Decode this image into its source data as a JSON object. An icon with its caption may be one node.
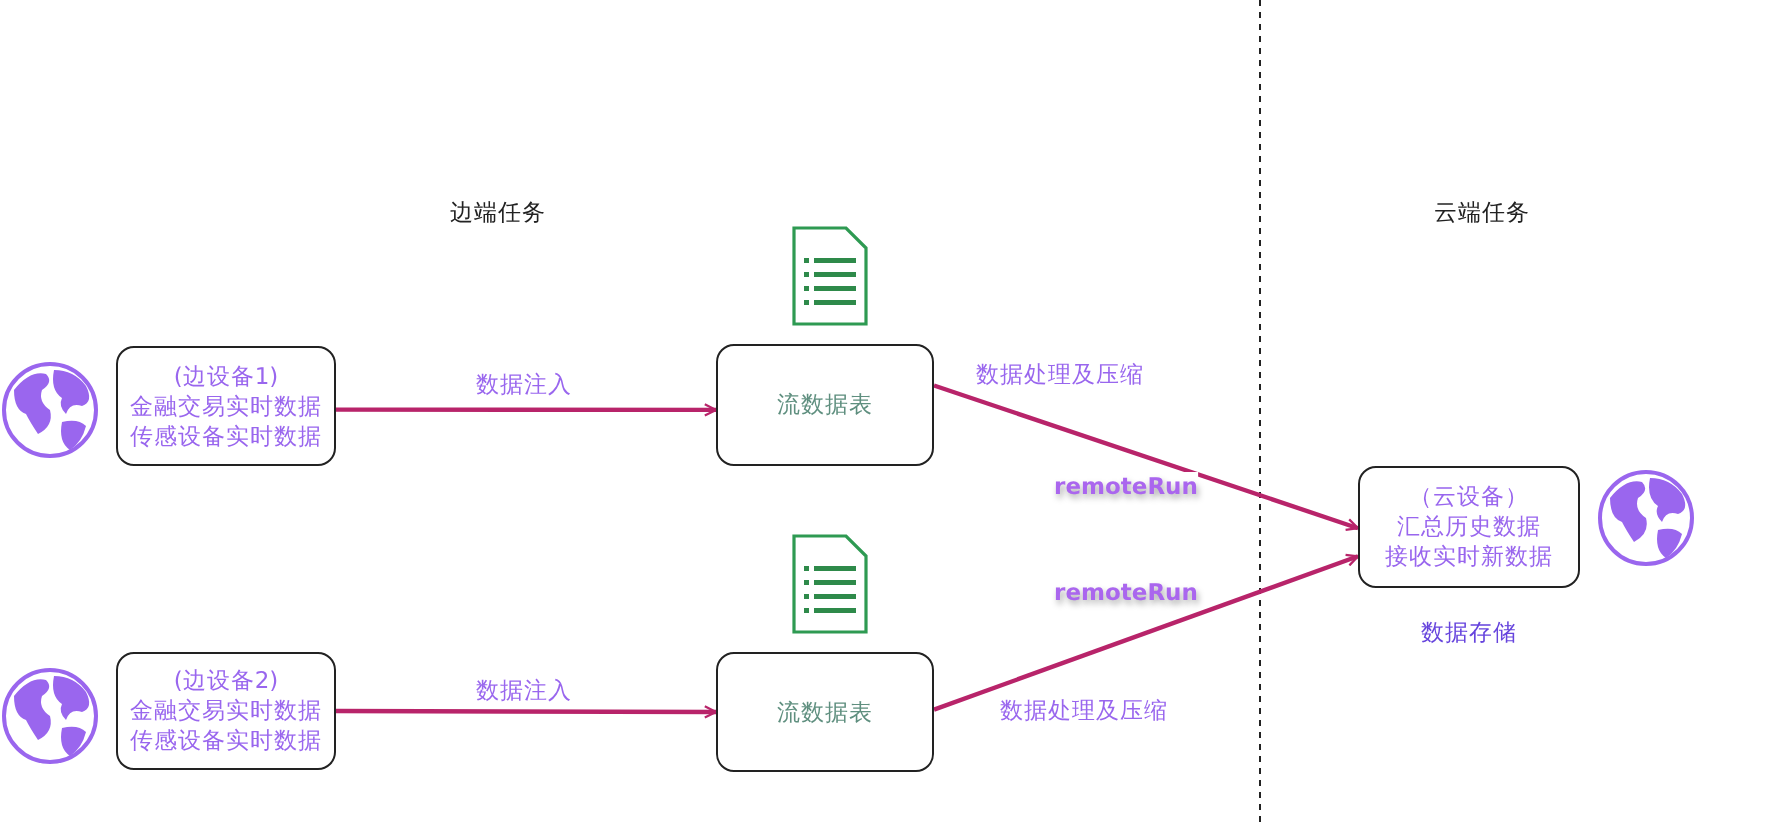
{
  "diagram": {
    "nodes": [
      {
        "text": [
          "(边设备1)",
          "金融交易实时数据",
          "传感设备实时数据"
        ]
      },
      {
        "text": [
          "流数据表"
        ]
      },
      {
        "text": [
          "(边设备2)",
          "金融交易实时数据",
          "传感设备实时数据"
        ]
      },
      {
        "text": [
          "流数据表"
        ]
      },
      {
        "text": [
          "（云设备）",
          "汇总历史数据",
          "接收实时新数据"
        ],
        "beside": [
          "数据存储"
        ]
      }
    ],
    "edges": [
      {
        "from": 0,
        "to": 1,
        "arrow": "to",
        "label": "数据注入"
      },
      {
        "from": 2,
        "to": 3,
        "arrow": "to",
        "label": "数据注入"
      },
      {
        "from": 1,
        "to": 4,
        "arrow": "to",
        "label": "数据处理及压缩"
      },
      {
        "from": 3,
        "to": 4,
        "arrow": "to",
        "label": "数据处理及压缩"
      }
    ],
    "labels": [
      "边端任务",
      "云端任务",
      "remoteRun",
      "remoteRun"
    ]
  }
}
